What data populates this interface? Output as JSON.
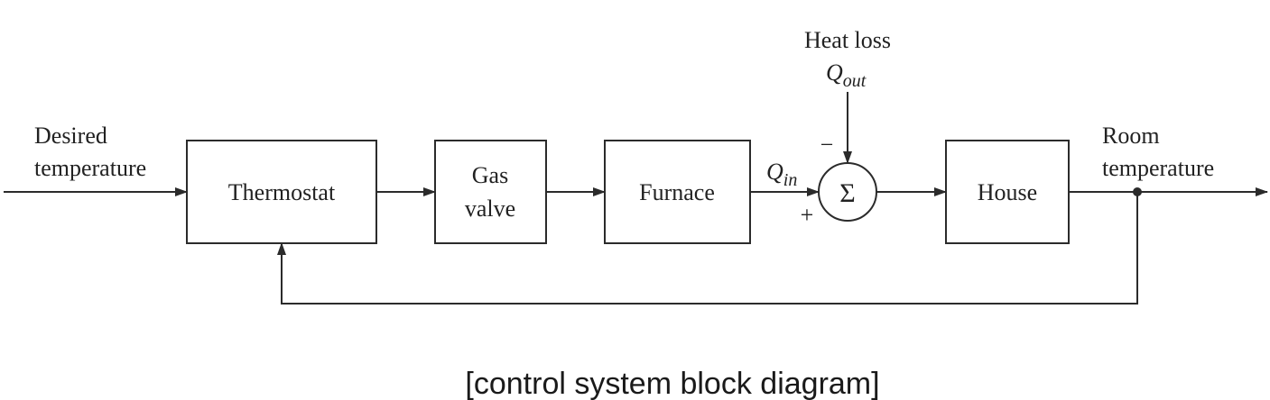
{
  "diagram": {
    "input_label": [
      "Desired",
      "temperature"
    ],
    "output_label": [
      "Room",
      "temperature"
    ],
    "disturbance_label": "Heat loss",
    "disturbance_symbol": {
      "base": "Q",
      "sub": "out"
    },
    "input_flow_symbol": {
      "base": "Q",
      "sub": "in"
    },
    "summing_symbol": "Σ",
    "sign_minus": "−",
    "sign_plus": "+",
    "blocks": [
      {
        "lines": [
          "Thermostat"
        ]
      },
      {
        "lines": [
          "Gas",
          "valve"
        ]
      },
      {
        "lines": [
          "Furnace"
        ]
      },
      {
        "lines": [
          "House"
        ]
      }
    ]
  },
  "caption": "[control system block diagram]"
}
